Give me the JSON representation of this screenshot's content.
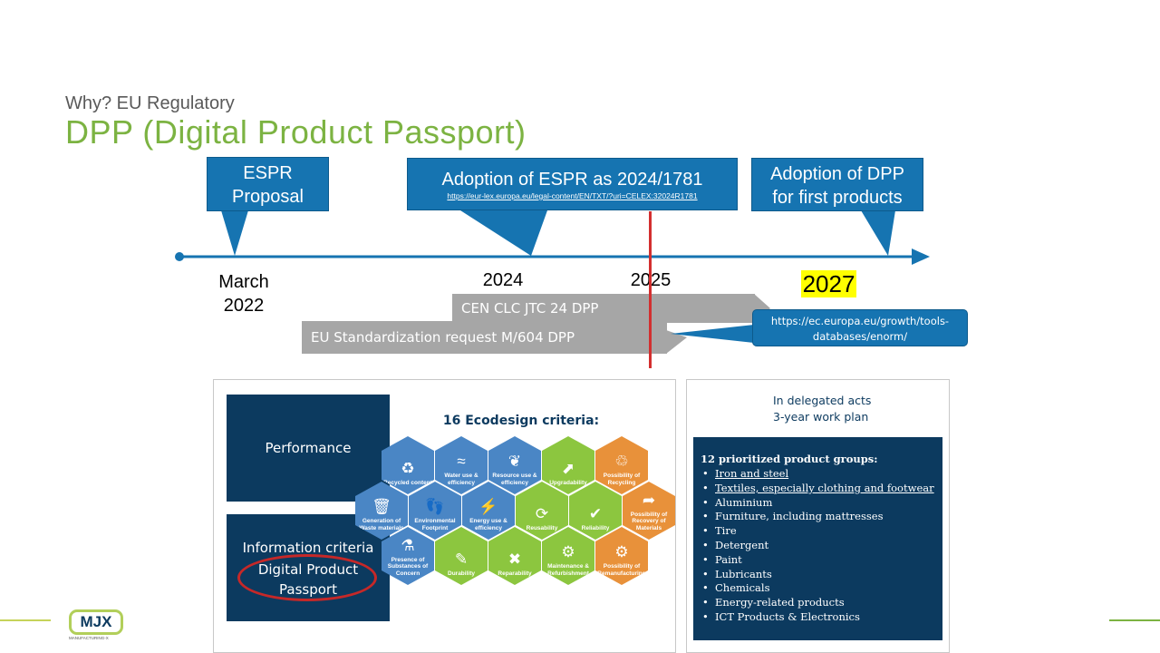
{
  "header": {
    "subtitle": "Why? EU Regulatory",
    "title": "DPP (Digital Product Passport)"
  },
  "timeline": {
    "callouts": [
      {
        "line1": "ESPR",
        "line2": "Proposal"
      },
      {
        "line1": "Adoption of ESPR as 2024/1781",
        "link": "https://eur-lex.europa.eu/legal-content/EN/TXT/?uri=CELEX:32024R1781"
      },
      {
        "line1": "Adoption of DPP",
        "line2": "for first products"
      }
    ],
    "years": {
      "march": "March",
      "y2022": "2022",
      "y2024": "2024",
      "y2025": "2025",
      "y2027": "2027"
    },
    "bars": {
      "cen": "CEN CLC JTC 24 DPP",
      "eu_request": "EU Standardization request M/604 DPP"
    },
    "enorm_link": "https://ec.europa.eu/growth/tools-databases/enorm/",
    "colors": {
      "accent_blue": "#1674b1",
      "red_line": "#d32f2f",
      "highlight": "#ffff00"
    }
  },
  "criteria_panel": {
    "performance": "Performance",
    "information_criteria": "Information criteria",
    "dpp_line1": "Digital Product",
    "dpp_line2": "Passport",
    "hex_title": "16 Ecodesign criteria:",
    "hexes": [
      {
        "label": "Recycled content",
        "icon": "recycle-icon",
        "glyph": "♻",
        "color": "blue"
      },
      {
        "label": "Water use & efficiency",
        "icon": "water-icon",
        "glyph": "≈",
        "color": "blue"
      },
      {
        "label": "Resource use & efficiency",
        "icon": "leaf-icon",
        "glyph": "❦",
        "color": "blue"
      },
      {
        "label": "Upgradability",
        "icon": "stairs-icon",
        "glyph": "⬈",
        "color": "green"
      },
      {
        "label": "Possibility of Recycling",
        "icon": "recycle-bin-icon",
        "glyph": "♲",
        "color": "orange"
      },
      {
        "label": "Generation of Waste materials",
        "icon": "trash-icon",
        "glyph": "🗑",
        "color": "blue"
      },
      {
        "label": "Environmental Footprint",
        "icon": "footprint-icon",
        "glyph": "👣",
        "color": "blue"
      },
      {
        "label": "Energy use & efficiency",
        "icon": "energy-icon",
        "glyph": "⚡",
        "color": "blue"
      },
      {
        "label": "Reusability",
        "icon": "reuse-icon",
        "glyph": "⟳",
        "color": "green"
      },
      {
        "label": "Reliability",
        "icon": "shield-icon",
        "glyph": "✔",
        "color": "green"
      },
      {
        "label": "Possibility of Recovery of Materials",
        "icon": "arrow-icon",
        "glyph": "➦",
        "color": "orange"
      },
      {
        "label": "Presence of Substances of Concern",
        "icon": "flask-icon",
        "glyph": "⚗",
        "color": "blue"
      },
      {
        "label": "Durability",
        "icon": "durability-icon",
        "glyph": "✎",
        "color": "green"
      },
      {
        "label": "Reparability",
        "icon": "tools-icon",
        "glyph": "✖",
        "color": "green"
      },
      {
        "label": "Maintenance & Refurbishment",
        "icon": "maintenance-icon",
        "glyph": "⚙",
        "color": "green"
      },
      {
        "label": "Possibility of Remanufacturing",
        "icon": "remanufacture-icon",
        "glyph": "⚙",
        "color": "orange"
      }
    ]
  },
  "groups_panel": {
    "delegated_line1": "In delegated acts",
    "delegated_line2": "3-year work plan",
    "groups_title": "12 prioritized product groups:",
    "items": [
      "Iron and steel",
      "Textiles, especially clothing and footwear",
      "Aluminium",
      "Furniture, including mattresses",
      "Tire",
      "Detergent",
      "Paint",
      "Lubricants",
      "Chemicals",
      "Energy-related products",
      "ICT Products & Electronics"
    ]
  },
  "logo": {
    "text": "MJX",
    "tagline": "MANUFACTURING-X"
  }
}
